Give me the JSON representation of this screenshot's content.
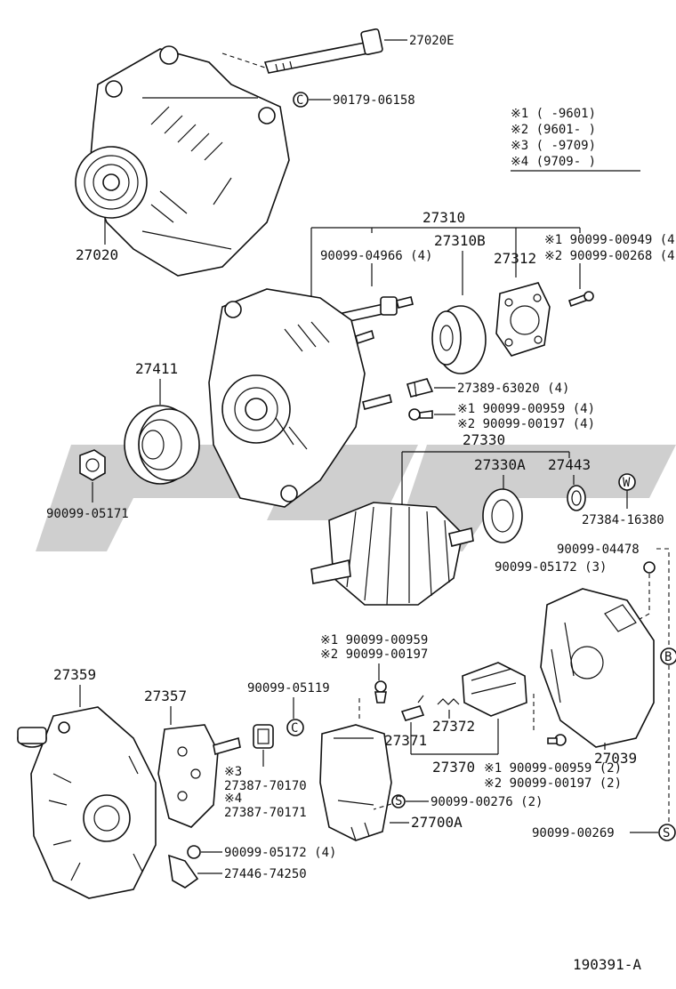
{
  "labels": {
    "p27020E": "27020E",
    "p90179_06158": "90179-06158",
    "p27020": "27020",
    "p27310": "27310",
    "p90099_04966": "90099-04966 (4)",
    "p27310B": "27310B",
    "p27312": "27312",
    "p90099_00949": "※1 90099-00949 (4)",
    "p90099_00268": "※2 90099-00268 (4)",
    "p27411": "27411",
    "p27389_63020": "27389-63020 (4)",
    "p90099_00959_a": "※1 90099-00959 (4)",
    "p90099_00197_a": "※2 90099-00197 (4)",
    "p27330": "27330",
    "p27330A": "27330A",
    "p27443": "27443",
    "p27384_16380": "27384-16380",
    "p90099_05171": "90099-05171",
    "p90099_04478": "90099-04478",
    "p90099_05172_a": "90099-05172 (3)",
    "p27359": "27359",
    "p27357": "27357",
    "p90099_00959_b": "※1 90099-00959",
    "p90099_00197_b": "※2 90099-00197",
    "p90099_05119": "90099-05119",
    "p27371": "27371",
    "p27372": "27372",
    "p27370": "27370",
    "p90099_00959_c": "※1 90099-00959 (2)",
    "p90099_00197_c": "※2 90099-00197 (2)",
    "p27039": "27039",
    "p_note3": "※3",
    "p27387_70170": "27387-70170",
    "p_note4": "※4",
    "p27387_70171": "27387-70171",
    "p90099_00276": "90099-00276 (2)",
    "p27700A": "27700A",
    "p90099_00269": "90099-00269",
    "p90099_05172_b": "90099-05172 (4)",
    "p27446_74250": "27446-74250"
  },
  "legend": [
    "※1 (      -9601)",
    "※2 (9601-      )",
    "※3 (      -9709)",
    "※4 (9709-      )"
  ],
  "markers": {
    "W": "W",
    "B_left": "B",
    "S_small": "S",
    "S_right": "S",
    "C1": "C",
    "C2": "C"
  },
  "figure_id": "190391-A"
}
